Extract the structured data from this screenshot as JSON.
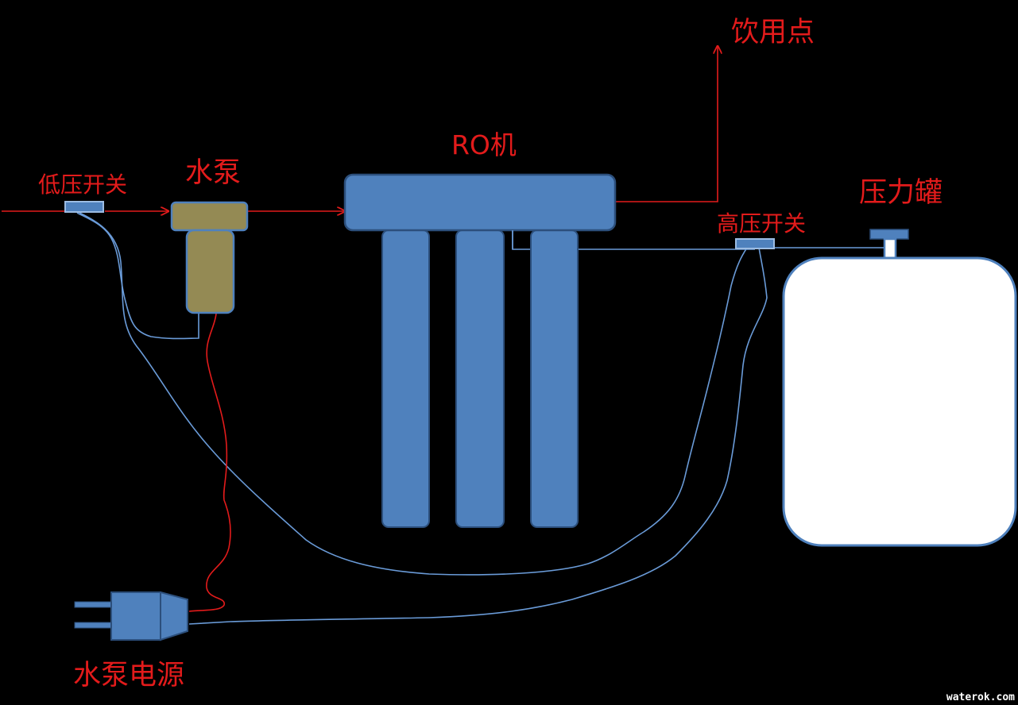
{
  "labels": {
    "low_pressure_switch": "低压开关",
    "pump": "水泵",
    "ro_machine": "RO机",
    "drinking_point": "饮用点",
    "high_pressure_switch": "高压开关",
    "pressure_tank": "压力罐",
    "pump_power": "水泵电源",
    "watermark": "waterok.com"
  },
  "colors": {
    "background": "#000000",
    "label_text": "#e31b1b",
    "water_line": "#e31b1b",
    "ro_body": "#4f81bd",
    "ro_outline": "#2c4f7c",
    "pump_body": "#948a54",
    "signal_wire": "#6a9bd8",
    "tank_fill": "#ffffff",
    "watermark": "#ffffff"
  },
  "icons": {
    "arrow": "arrow-head",
    "plug": "power-plug-icon"
  }
}
